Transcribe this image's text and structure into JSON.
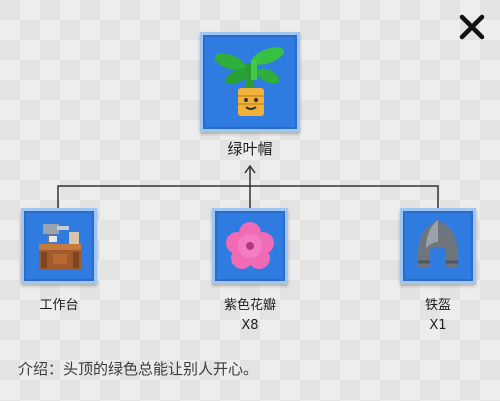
{
  "recipe": {
    "result": {
      "name": "绿叶帽",
      "icon": "leaf-hat-icon"
    },
    "ingredients": [
      {
        "name": "工作台",
        "icon": "workbench-icon",
        "count": ""
      },
      {
        "name": "紫色花瓣",
        "icon": "purple-petal-icon",
        "count": "X8"
      },
      {
        "name": "铁盔",
        "icon": "iron-helmet-icon",
        "count": "X1"
      }
    ]
  },
  "description": "介绍：头顶的绿色总能让别人开心。",
  "colors": {
    "slot_bg": "#2f7be0",
    "slot_border": "#9fc6f2",
    "petal": "#f06ab5"
  }
}
